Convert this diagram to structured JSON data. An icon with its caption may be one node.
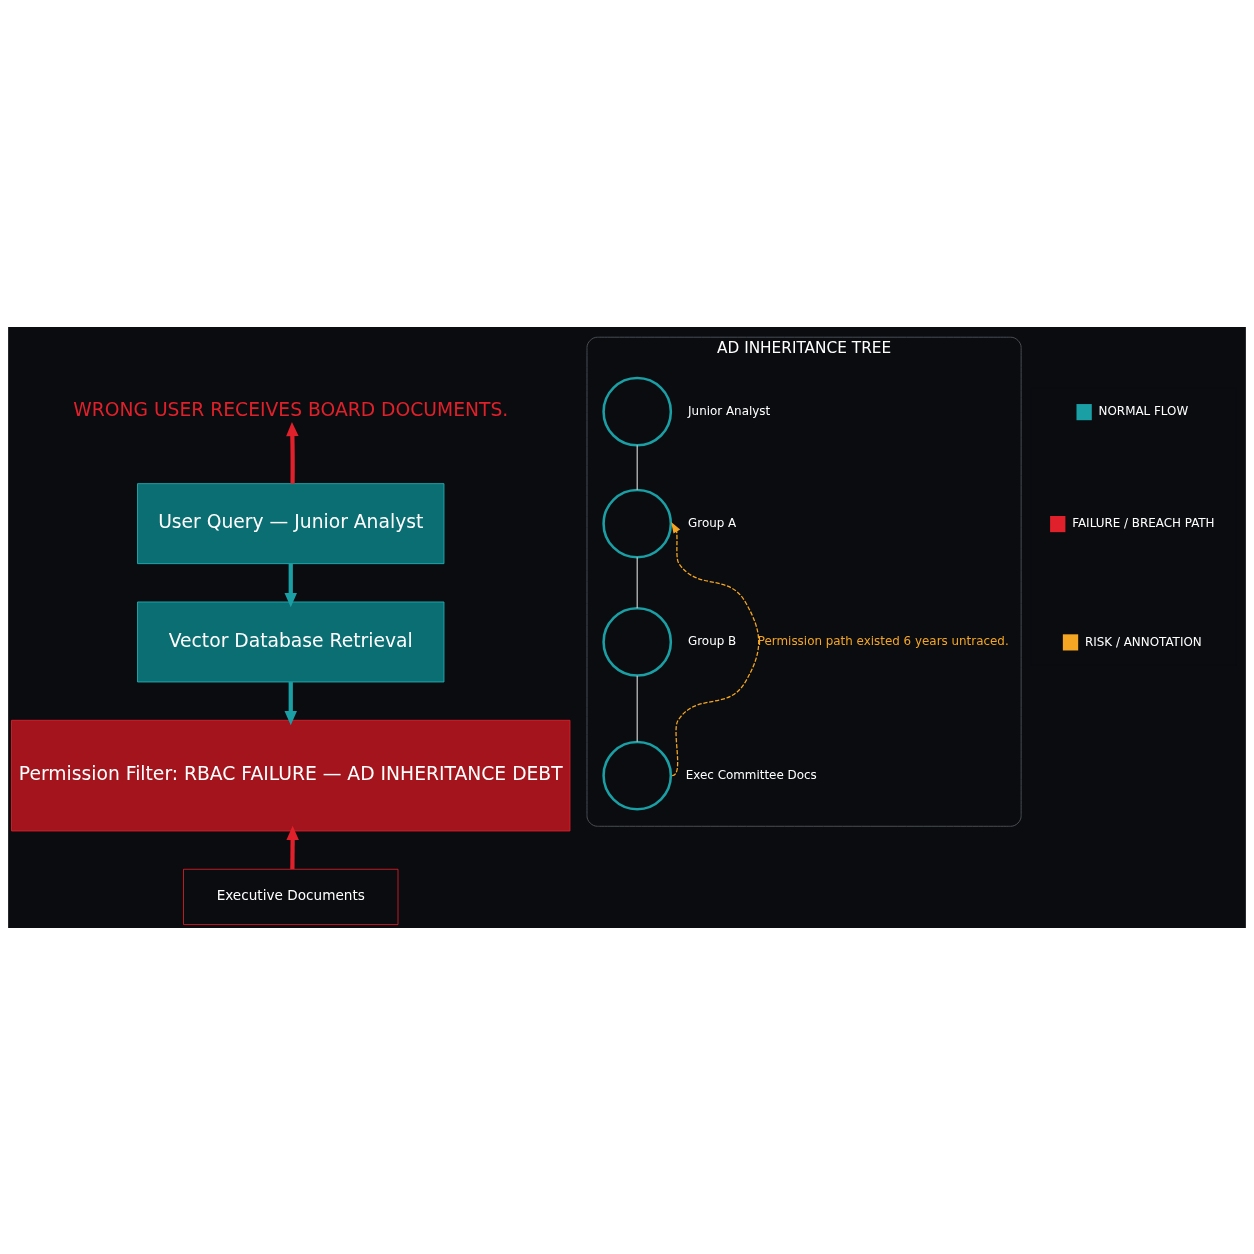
{
  "diagram": {
    "nodes": [
      {
        "text": [
          "WRONG USER RECEIVES BOARD DOCUMENTS."
        ]
      },
      {
        "text": [
          "User Query — Junior Analyst"
        ]
      },
      {
        "text": [
          "Vector Database Retrieval"
        ]
      },
      {
        "text": [
          "Permission Filter: RBAC FAILURE — AD INHERITANCE DEBT"
        ]
      },
      {
        "text": [
          "Executive Documents"
        ]
      },
      {
        "text": [
          "AD INHERITANCE TREE"
        ]
      },
      {
        "text": [],
        "shape": "circle",
        "beside": [
          "Junior Analyst"
        ],
        "in": 5
      },
      {
        "text": [],
        "shape": "circle",
        "beside": [
          "Group A"
        ],
        "in": 5
      },
      {
        "text": [],
        "shape": "circle",
        "beside": [
          "Group B"
        ],
        "in": 5
      },
      {
        "text": [],
        "shape": "circle",
        "beside": [
          "Exec Committee Docs"
        ],
        "in": 5
      }
    ],
    "edges": [
      {
        "from": 1,
        "to": 0,
        "arrow": "to",
        "style": "thick",
        "color": "#e0202a"
      },
      {
        "from": 1,
        "to": 2,
        "arrow": "to",
        "style": "thick",
        "color": "#1a9fa5"
      },
      {
        "from": 2,
        "to": 3,
        "arrow": "to",
        "style": "thick",
        "color": "#1a9fa5"
      },
      {
        "from": 4,
        "to": 3,
        "arrow": "to",
        "style": "thick",
        "color": "#e0202a"
      },
      {
        "from": 6,
        "to": 7,
        "arrow": "none"
      },
      {
        "from": 7,
        "to": 8,
        "arrow": "none"
      },
      {
        "from": 8,
        "to": 9,
        "arrow": "none"
      },
      {
        "from": 9,
        "to": 7,
        "arrow": "to",
        "style": "dashed",
        "color": "#f5a623",
        "label": "Permission path existed 6 years untraced."
      }
    ],
    "legend": [
      {
        "text": "NORMAL FLOW",
        "color": "#1a9fa5"
      },
      {
        "text": "FAILURE / BREACH PATH",
        "color": "#e0202a"
      },
      {
        "text": "RISK / ANNOTATION",
        "color": "#f5a623"
      }
    ]
  }
}
